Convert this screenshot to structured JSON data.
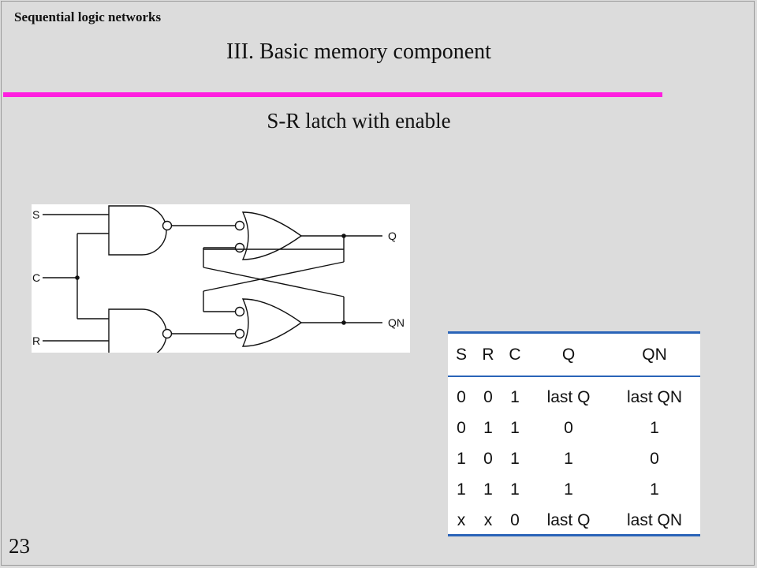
{
  "header": {
    "course": "Sequential logic networks",
    "title": "III. Basic memory component",
    "subtitle": "S-R latch with enable"
  },
  "footer": {
    "slide_number": "23"
  },
  "accent": {
    "rule_color": "#ff1fe0",
    "table_line_color": "#2a64b8"
  },
  "circuit": {
    "labels": {
      "s": "S",
      "c": "C",
      "r": "R",
      "q": "Q",
      "qn": "QN"
    }
  },
  "truth_table": {
    "headers": [
      "S",
      "R",
      "C",
      "Q",
      "QN"
    ],
    "rows": [
      [
        "0",
        "0",
        "1",
        "last Q",
        "last QN"
      ],
      [
        "0",
        "1",
        "1",
        "0",
        "1"
      ],
      [
        "1",
        "0",
        "1",
        "1",
        "0"
      ],
      [
        "1",
        "1",
        "1",
        "1",
        "1"
      ],
      [
        "x",
        "x",
        "0",
        "last Q",
        "last QN"
      ]
    ]
  }
}
